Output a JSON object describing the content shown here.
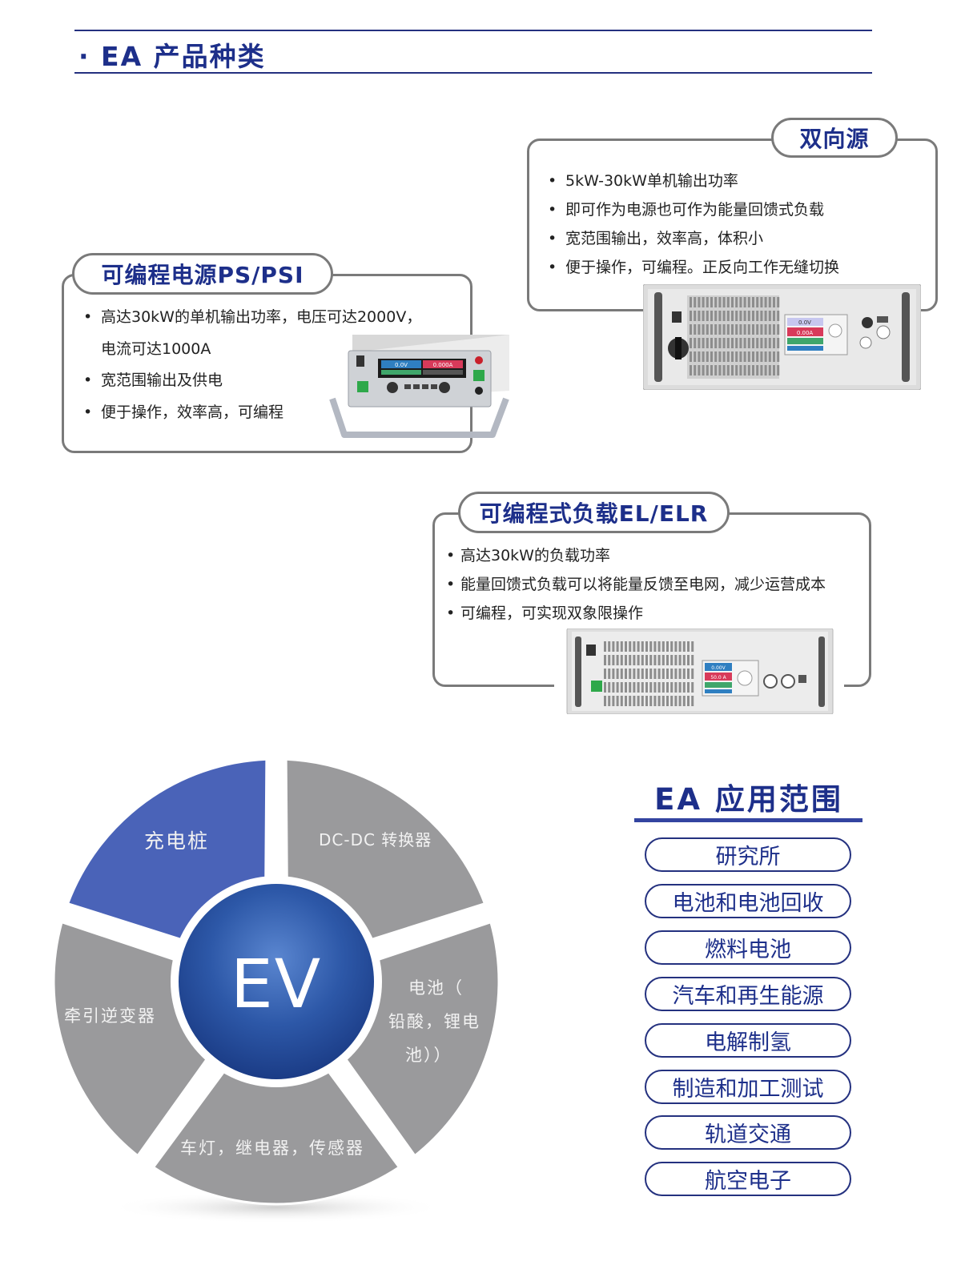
{
  "header": {
    "title": "· EA 产品种类"
  },
  "products": {
    "bidirectional": {
      "title": "双向源",
      "bullets": [
        "5kW-30kW单机输出功率",
        "即可作为电源也可作为能量回馈式负载",
        "宽范围输出，效率高，体积小",
        "便于操作，可编程。正反向工作无缝切换"
      ],
      "display": {
        "line1": "0.0V",
        "line2": "0.00A"
      }
    },
    "power_supply": {
      "title": "可编程电源PS/PSI",
      "bullets": [
        "高达30kW的单机输出功率，电压可达2000V，",
        "电流可达1000A",
        "宽范围输出及供电",
        "便于操作，效率高，可编程"
      ],
      "display": {
        "voltage": "0.0V",
        "current": "0.000A"
      }
    },
    "load": {
      "title": "可编程式负载EL/ELR",
      "bullets": [
        "高达30kW的负载功率",
        "能量回馈式负载可以将能量反馈至电网，减少运营成本",
        "可编程，可实现双象限操作"
      ],
      "display": {
        "line1": "0.00V",
        "line2": "50.0 A"
      }
    }
  },
  "ev_diagram": {
    "center": "EV",
    "segments": {
      "charging": "充电桩",
      "dcdc": "DC-DC 转换器",
      "battery_l1": "电池（",
      "battery_l2": "铅酸，锂电",
      "battery_l3": "池））",
      "lights": "车灯，继电器，传感器",
      "inverter": "牵引逆变器"
    },
    "colors": {
      "highlight": "#4a63b8",
      "segment": "#9a9a9c",
      "center": "#2d58a8"
    }
  },
  "applications": {
    "title": "EA 应用范围",
    "items": [
      "研究所",
      "电池和电池回收",
      "燃料电池",
      "汽车和再生能源",
      "电解制氢",
      "制造和加工测试",
      "轨道交通",
      "航空电子"
    ]
  }
}
